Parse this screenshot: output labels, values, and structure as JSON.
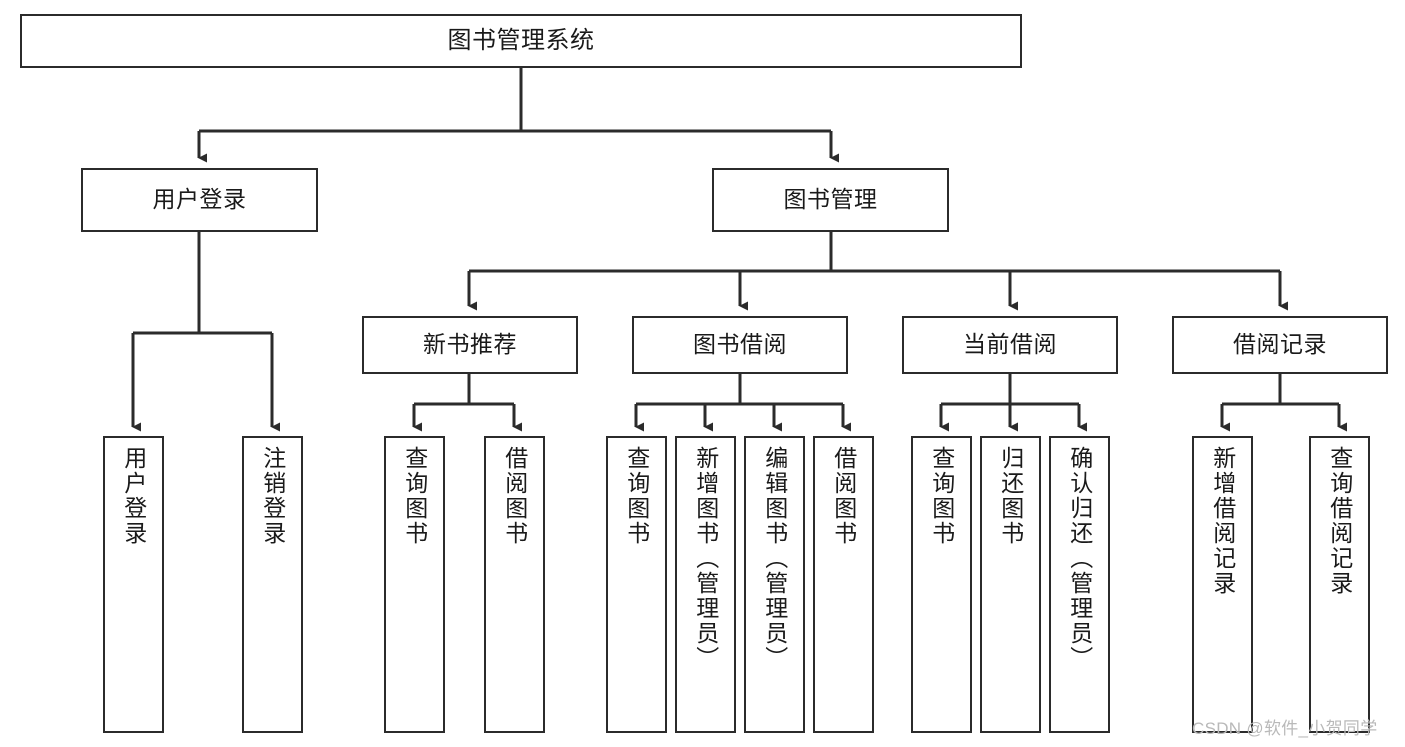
{
  "diagram": {
    "title": "图书管理系统",
    "type": "tree-hierarchy-diagram",
    "root": {
      "id": "root",
      "label": "图书管理系统"
    },
    "level2": [
      {
        "id": "user-login",
        "label": "用户登录"
      },
      {
        "id": "book-management",
        "label": "图书管理"
      }
    ],
    "level3": [
      {
        "id": "new-book-recommend",
        "label": "新书推荐",
        "parent": "book-management"
      },
      {
        "id": "book-borrow",
        "label": "图书借阅",
        "parent": "book-management"
      },
      {
        "id": "current-borrow",
        "label": "当前借阅",
        "parent": "book-management"
      },
      {
        "id": "borrow-record",
        "label": "借阅记录",
        "parent": "book-management"
      }
    ],
    "leaves": {
      "user_login": [
        {
          "id": "leaf-user-login",
          "label": "用户登录"
        },
        {
          "id": "leaf-user-logout",
          "label": "注销登录"
        }
      ],
      "new_book_recommend": [
        {
          "id": "leaf-query-book-1",
          "label": "查询图书"
        },
        {
          "id": "leaf-borrow-book-1",
          "label": "借阅图书"
        }
      ],
      "book_borrow": [
        {
          "id": "leaf-query-book-2",
          "label": "查询图书"
        },
        {
          "id": "leaf-add-book",
          "label": "新增图书（管理员）"
        },
        {
          "id": "leaf-edit-book",
          "label": "编辑图书（管理员）"
        },
        {
          "id": "leaf-borrow-book-2",
          "label": "借阅图书"
        }
      ],
      "current_borrow": [
        {
          "id": "leaf-query-book-3",
          "label": "查询图书"
        },
        {
          "id": "leaf-return-book",
          "label": "归还图书"
        },
        {
          "id": "leaf-confirm-return",
          "label": "确认归还（管理员）"
        }
      ],
      "borrow_record": [
        {
          "id": "leaf-add-record",
          "label": "新增借阅记录"
        },
        {
          "id": "leaf-query-record",
          "label": "查询借阅记录"
        }
      ]
    },
    "colors": {
      "box_border": "#2b2b2b",
      "box_fill": "#ffffff",
      "connector": "#2b2b2b",
      "text": "#1a1a1a",
      "watermark": "#b9b9b9"
    }
  },
  "watermark": {
    "text": "CSDN @软件_小贺同学"
  }
}
